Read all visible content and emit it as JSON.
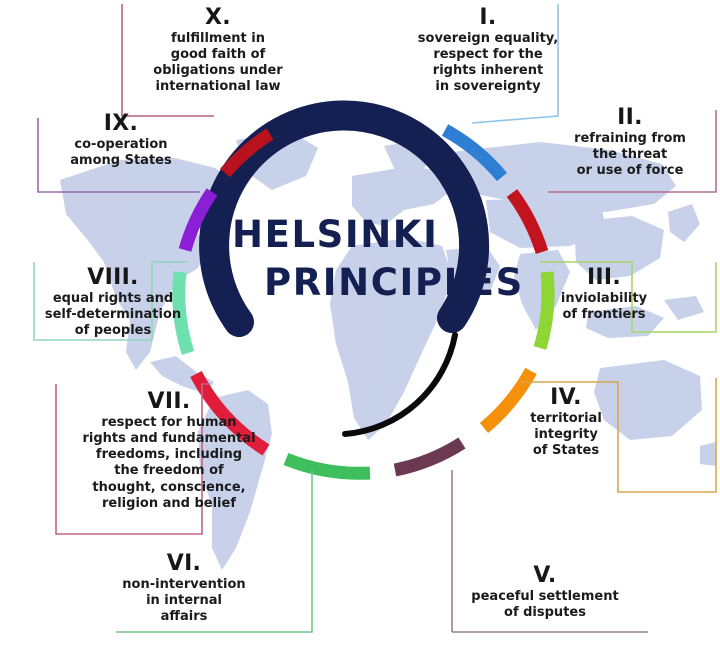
{
  "title": {
    "line1": "HELSINKI",
    "line2": "PRINCIPLES"
  },
  "colors": {
    "title_navy": "#141F52",
    "arc_navy": "#141F52",
    "arc_black": "#0a0a0a",
    "map_land": "#C5CFE8",
    "background": "#FFFFFF",
    "segment_i": "#2E7FD4",
    "segment_ii": "#C3131E",
    "segment_iii": "#8DD634",
    "segment_iv": "#F5900B",
    "segment_v": "#6B3A52",
    "segment_vi": "#3FBE5E",
    "segment_vii": "#E01E3C",
    "segment_viii": "#6FE0B0",
    "segment_ix": "#8B1FD6",
    "segment_x": "#B8121E"
  },
  "principles": [
    {
      "id": "i",
      "numeral": "I.",
      "text": "sovereign equality,\nrespect for the\nrights inherent\nin sovereignty",
      "color": "#2E7FD4",
      "frame_color": "#8FC4E8"
    },
    {
      "id": "ii",
      "numeral": "II.",
      "text": "refraining from\nthe threat\nor use of force",
      "color": "#C3131E",
      "frame_color": "#B0708F"
    },
    {
      "id": "iii",
      "numeral": "III.",
      "text": "inviolability\nof frontiers",
      "color": "#8DD634",
      "frame_color": "#A9D46A"
    },
    {
      "id": "iv",
      "numeral": "IV.",
      "text": "territorial\nintegrity\nof States",
      "color": "#F5900B",
      "frame_color": "#D6A84E"
    },
    {
      "id": "v",
      "numeral": "V.",
      "text": "peaceful settlement\nof disputes",
      "color": "#6B3A52",
      "frame_color": "#9C7F94"
    },
    {
      "id": "vi",
      "numeral": "VI.",
      "text": "non-intervention\nin internal\naffairs",
      "color": "#3FBE5E",
      "frame_color": "#6FC98A"
    },
    {
      "id": "vii",
      "numeral": "VII.",
      "text": "respect for human\nrights and fundamental\nfreedoms, including\nthe freedom of\nthought, conscience,\nreligion and belief",
      "color": "#E01E3C",
      "frame_color": "#C06487"
    },
    {
      "id": "viii",
      "numeral": "VIII.",
      "text": "equal rights and\nself-determination\nof peoples",
      "color": "#6FE0B0",
      "frame_color": "#8FD8BE"
    },
    {
      "id": "ix",
      "numeral": "IX.",
      "text": "co-operation\namong States",
      "color": "#8B1FD6",
      "frame_color": "#9B6BAF"
    },
    {
      "id": "x",
      "numeral": "X.",
      "text": "fulfillment in\ngood faith of\nobligations under\ninternational law",
      "color": "#B8121E",
      "frame_color": "#B8607F"
    }
  ]
}
